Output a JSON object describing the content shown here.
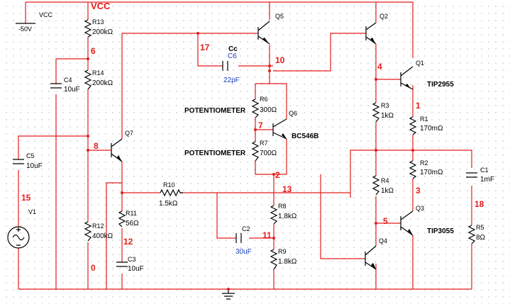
{
  "colors": {
    "wire": "#e41c1c",
    "component": "#000000",
    "value_blue": "#1a3db8",
    "node": "#e41c1c"
  },
  "supply": {
    "label": "VCC",
    "value": "-50V",
    "rail_label": "VCC"
  },
  "ground_icon": "ground-icon",
  "components": {
    "R13": {
      "ref": "R13",
      "value": "200kΩ"
    },
    "R14": {
      "ref": "R14",
      "value": "200kΩ"
    },
    "R12": {
      "ref": "R12",
      "value": "400kΩ"
    },
    "R11": {
      "ref": "R11",
      "value": "56Ω"
    },
    "R10": {
      "ref": "R10",
      "value": "1.5kΩ"
    },
    "R6": {
      "ref": "R6",
      "value": "300Ω",
      "note": "POTENTIOMETER"
    },
    "R7": {
      "ref": "R7",
      "value": "700Ω",
      "note": "POTENTIOMETER"
    },
    "R8": {
      "ref": "R8",
      "value": "1.8kΩ"
    },
    "R9": {
      "ref": "R9",
      "value": "1.8kΩ"
    },
    "R3": {
      "ref": "R3",
      "value": "1kΩ"
    },
    "R4": {
      "ref": "R4",
      "value": "1kΩ"
    },
    "R1": {
      "ref": "R1",
      "value": "170mΩ"
    },
    "R2": {
      "ref": "R2",
      "value": "170mΩ"
    },
    "R5": {
      "ref": "R5",
      "value": "8Ω"
    },
    "C4": {
      "ref": "C4",
      "value": "10uF"
    },
    "C5": {
      "ref": "C5",
      "value": "10uF"
    },
    "C3": {
      "ref": "C3",
      "value": "10uF"
    },
    "C6": {
      "ref": "C6",
      "value": "22pF",
      "title": "Cc"
    },
    "C2": {
      "ref": "C2",
      "value": "30uF"
    },
    "C1": {
      "ref": "C1",
      "value": "1mF"
    },
    "V1": {
      "ref": "V1"
    },
    "Q1": {
      "ref": "Q1",
      "part": "TIP2955"
    },
    "Q2": {
      "ref": "Q2"
    },
    "Q3": {
      "ref": "Q3",
      "part": "TIP3055"
    },
    "Q4": {
      "ref": "Q4"
    },
    "Q5": {
      "ref": "Q5"
    },
    "Q6": {
      "ref": "Q6",
      "part": "BC546B"
    },
    "Q7": {
      "ref": "Q7"
    }
  },
  "nodes": {
    "n0": "0",
    "n1": "1",
    "n2": "2",
    "n3": "3",
    "n4": "4",
    "n5": "5",
    "n6": "6",
    "n7": "7",
    "n8": "8",
    "n10": "10",
    "n11": "11",
    "n12": "12",
    "n13": "13",
    "n15": "15",
    "n17": "17",
    "n18": "18"
  }
}
